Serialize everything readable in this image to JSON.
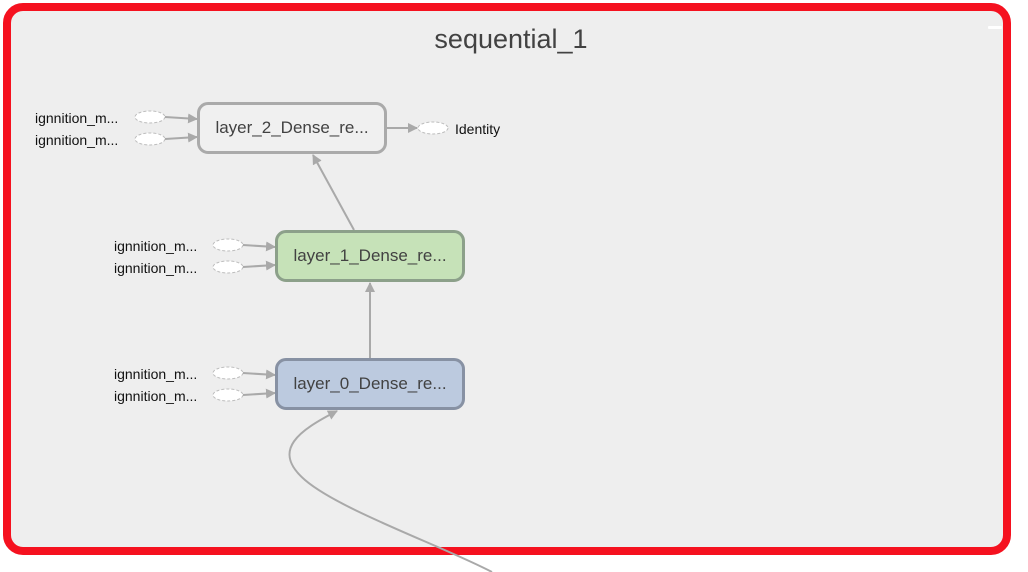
{
  "title": "sequential_1",
  "nodes": [
    {
      "label": "layer_2_Dense_re...",
      "fill": "#f0f0f0",
      "stroke": "#aaaaaa"
    },
    {
      "label": "layer_1_Dense_re...",
      "fill": "#c6e2b8",
      "stroke": "#8ca08a"
    },
    {
      "label": "layer_0_Dense_re...",
      "fill": "#bccadf",
      "stroke": "#8791a3"
    }
  ],
  "inputs": {
    "layer_2": [
      "ignnition_m...",
      "ignnition_m..."
    ],
    "layer_1": [
      "ignnition_m...",
      "ignnition_m..."
    ],
    "layer_0": [
      "ignnition_m...",
      "ignnition_m..."
    ]
  },
  "output_label": "Identity",
  "colors": {
    "frame": "#f5111f",
    "background": "#eeeeee",
    "edge": "#a9a9a9"
  }
}
